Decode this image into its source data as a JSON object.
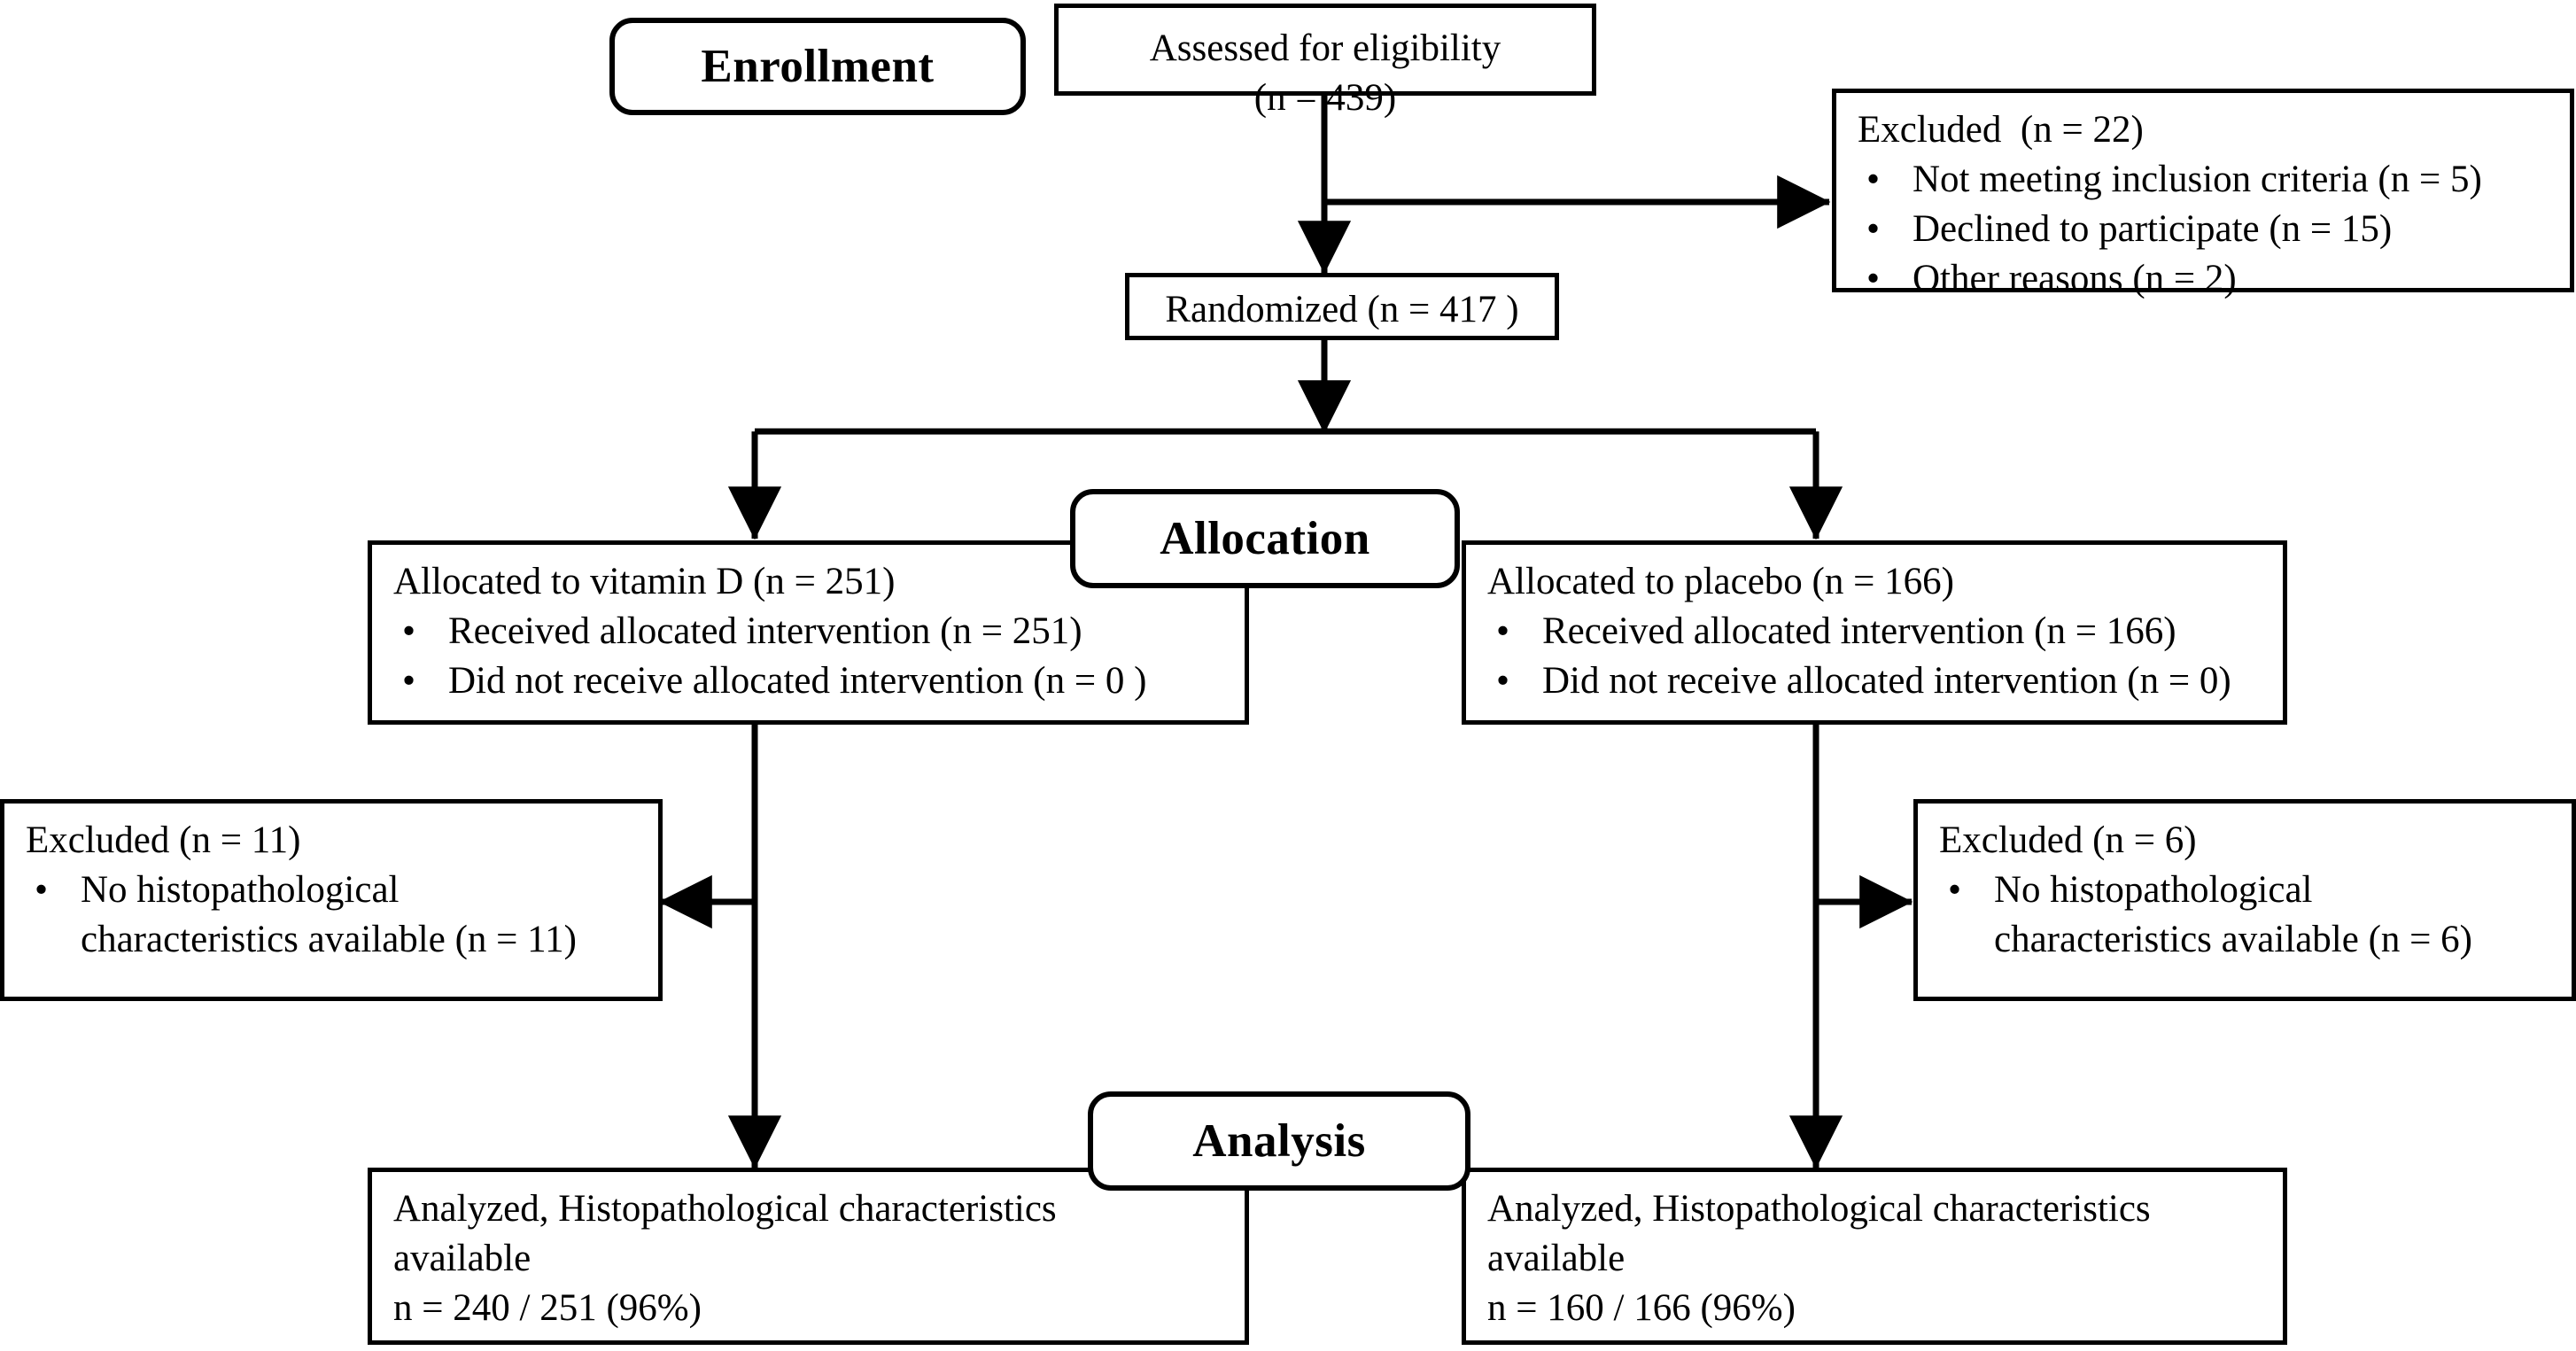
{
  "diagram": {
    "type": "consort-flow-diagram",
    "stage_labels": [
      {
        "id": "enrollment",
        "text": "Enrollment"
      },
      {
        "id": "allocation",
        "text": "Allocation"
      },
      {
        "id": "analysis",
        "text": "Analysis"
      }
    ],
    "colors": {
      "stroke": "#000000",
      "fill": "#ffffff",
      "text": "#000000"
    }
  },
  "nodes": {
    "assessed": {
      "line1": "Assessed for eligibility",
      "line2": "(n = 439)",
      "n": 439
    },
    "excluded_top": {
      "heading": "Excluded  (n = 22)",
      "n": 22,
      "bullets": [
        "Not meeting inclusion criteria (n = 5)",
        "Declined to participate (n = 15)",
        "Other reasons (n = 2)"
      ]
    },
    "randomized": {
      "text": "Randomized (n = 417 )",
      "n": 417
    },
    "alloc_left": {
      "heading": "Allocated to vitamin D (n = 251)",
      "n": 251,
      "bullets": [
        "Received allocated intervention (n = 251)",
        "Did not receive allocated intervention (n = 0 )"
      ]
    },
    "alloc_right": {
      "heading": "Allocated to placebo (n = 166)",
      "n": 166,
      "bullets": [
        "Received allocated intervention (n = 166)",
        "Did not receive allocated intervention (n = 0)"
      ]
    },
    "excluded_left": {
      "heading": "Excluded (n = 11)",
      "n": 11,
      "bullets": [
        "No histopathological\ncharacteristics available (n = 11)"
      ]
    },
    "excluded_right": {
      "heading": "Excluded (n = 6)",
      "n": 6,
      "bullets": [
        "No histopathological\ncharacteristics available (n = 6)"
      ]
    },
    "analyzed_left": {
      "line1": "Analyzed, Histopathological characteristics",
      "line2": "available",
      "line3": "n = 240 / 251 (96%)",
      "numerator": 240,
      "denominator": 251,
      "percent": "96%"
    },
    "analyzed_right": {
      "line1": "Analyzed, Histopathological characteristics",
      "line2": "available",
      "line3": "n = 160 / 166 (96%)",
      "numerator": 160,
      "denominator": 166,
      "percent": "96%"
    }
  }
}
